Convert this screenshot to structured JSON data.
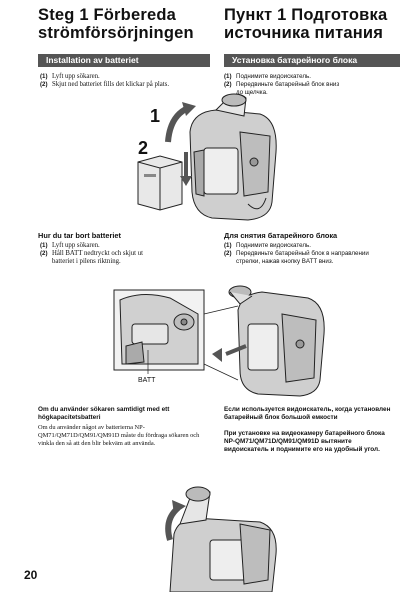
{
  "sv": {
    "title_line1": "Steg 1 Förbereda",
    "title_line2": "strömförsörjningen",
    "section_header": "Installation av batteriet",
    "install_steps": [
      {
        "num": "(1)",
        "text": "Lyft upp sökaren."
      },
      {
        "num": "(2)",
        "text": "Skjut ned batteriet fills det klickar på plats."
      }
    ],
    "remove_title": "Hur du tar bort batteriet",
    "remove_steps": [
      {
        "num": "(1)",
        "text": "Lyft upp sökaren."
      },
      {
        "num": "(2)",
        "text": "Håll BATT nedtryckt och skjut ut batteriet i pilens riktning."
      }
    ],
    "note_head": "Om du använder sökaren samtidigt med ett högkapacitetsbatteri",
    "note_body": "Om du använder något av batterierna NP-QM71/QM71D/QM91/QM91D måste du fördraga sökaren och vinkla den så att den blir bekväm att använda."
  },
  "ru": {
    "title_line1": "Пункт 1 Подготовка",
    "title_line2": "источника питания",
    "section_header": "Установка батарейного блока",
    "install_steps": [
      {
        "num": "(1)",
        "text": "Поднимите видоискатель."
      },
      {
        "num": "(2)",
        "text": "Передвиньте батарейный блок вниз до щелчка."
      }
    ],
    "remove_title": "Для снятия батарейного блока",
    "remove_steps": [
      {
        "num": "(1)",
        "text": "Поднимите видоискатель."
      },
      {
        "num": "(2)",
        "text": "Передвиньте батарейный блок в направлении стрелки, нажав кнопку BATT вниз."
      }
    ],
    "note_head": "Если используется видоискатель, когда установлен батарейный блок большой емкости",
    "note_body": "При установке на видеокамеру батарейного блока NP-QM71/QM71D/QM91/QM91D вытяните видоискатель и поднимите его на удобный угол."
  },
  "figure1": {
    "label1": "1",
    "label2": "2"
  },
  "figure2": {
    "callout": "BATT"
  },
  "page_number": "20"
}
